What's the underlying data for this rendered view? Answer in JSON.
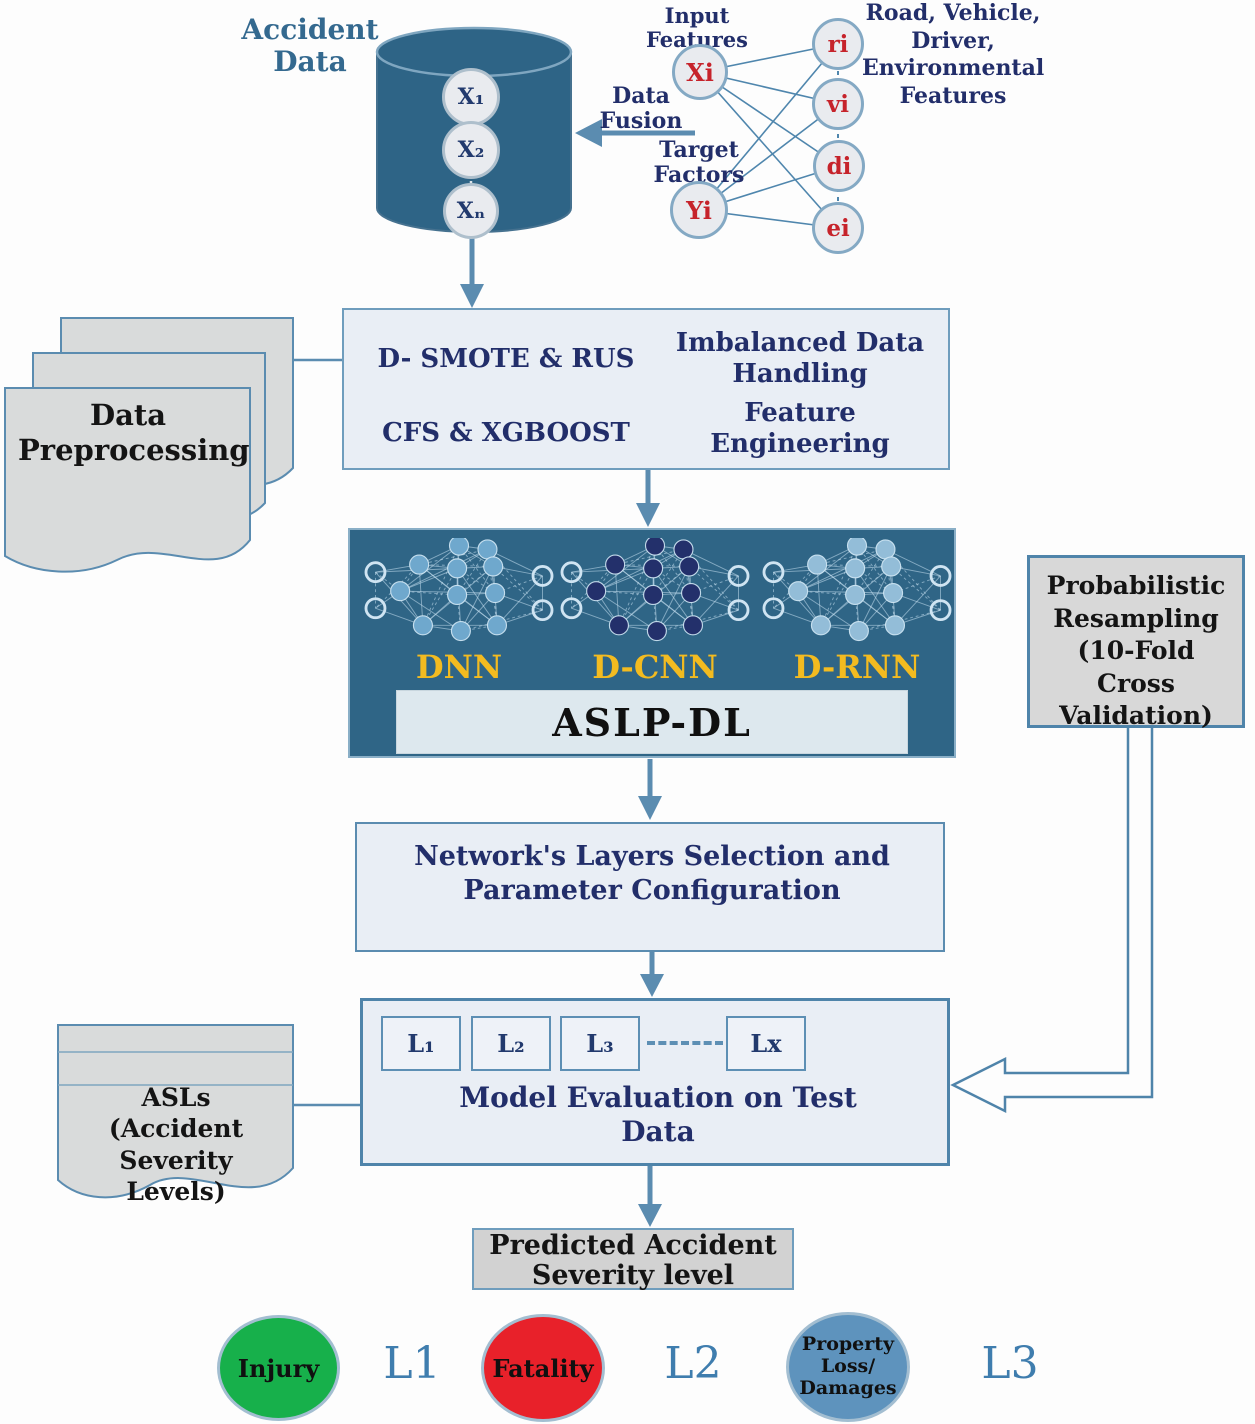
{
  "accident_data": {
    "label": "Accident Data",
    "items": [
      "X₁",
      "X₂",
      "Xₙ"
    ]
  },
  "fusion": {
    "label": "Data Fusion"
  },
  "input_features": {
    "label": "Input Features",
    "node": "Xi"
  },
  "target_factors": {
    "label": "Target Factors",
    "node": "Yi"
  },
  "feature_nodes": [
    "ri",
    "vi",
    "di",
    "ei"
  ],
  "feature_group": {
    "label": "Road, Vehicle, Driver, Environmental Features"
  },
  "preprocessing": {
    "label": "Data Preprocessing"
  },
  "stage1": {
    "smote": "D- SMOTE & RUS",
    "cfs": "CFS & XGBOOST",
    "imbalanced": "Imbalanced Data Handling",
    "feature_eng": "Feature Engineering"
  },
  "models": {
    "items": [
      {
        "label": "DNN",
        "node_color": "#6fa8cd"
      },
      {
        "label": "D-CNN",
        "node_color": "#23306b"
      },
      {
        "label": "D-RNN",
        "node_color": "#93bdd8"
      }
    ],
    "banner": "ASLP-DL"
  },
  "resampling": {
    "label": "Probabilistic Resampling (10-Fold Cross Validation)"
  },
  "config": {
    "label": "Network's Layers Selection and Parameter Configuration"
  },
  "evaluation": {
    "layers": [
      "L₁",
      "L₂",
      "L₃",
      "Lx"
    ],
    "label": "Model Evaluation on Test Data"
  },
  "asls": {
    "label": "ASLs (Accident Severity Levels)"
  },
  "prediction": {
    "label": "Predicted Accident Severity level"
  },
  "legend": [
    {
      "name": "Injury",
      "code": "L1",
      "color": "#17b04b"
    },
    {
      "name": "Fatality",
      "code": "L2",
      "color": "#e8212a"
    },
    {
      "name": "Property Loss/ Damages",
      "code": "L3",
      "color": "#5e93bd"
    }
  ],
  "colors": {
    "navy_text": "#222e6a",
    "steel_border": "#4f84aa",
    "panel_fill": "#e9eef5",
    "gray_fill": "#d8d8d8",
    "dark_panel": "#2f6586",
    "cylinder": "#2e6486",
    "gold_label": "#f3bb20",
    "red_text": "#c6232b",
    "arrow": "#5b8cb0"
  }
}
